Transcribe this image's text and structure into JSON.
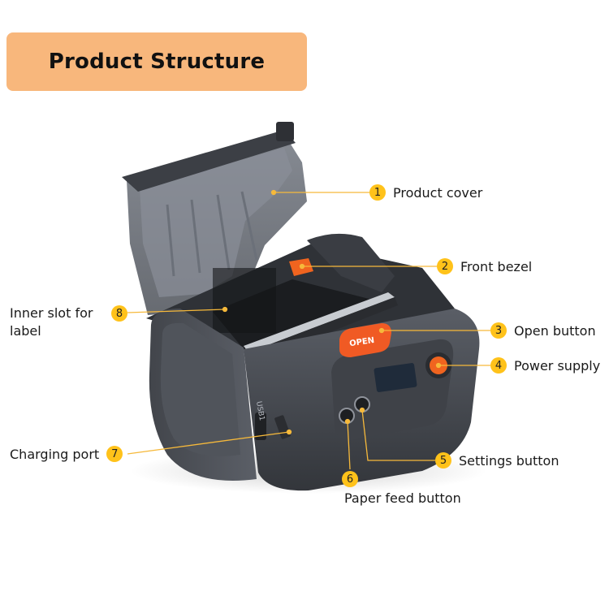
{
  "banner": {
    "title": "Product Structure"
  },
  "callouts": [
    {
      "number": "1",
      "label": "Product cover"
    },
    {
      "number": "2",
      "label": "Front bezel"
    },
    {
      "number": "3",
      "label": "Open button"
    },
    {
      "number": "4",
      "label": "Power supply"
    },
    {
      "number": "5",
      "label": "Settings button"
    },
    {
      "number": "6",
      "label": "Paper feed button"
    },
    {
      "number": "7",
      "label": "Charging port"
    },
    {
      "number": "8",
      "label": "Inner slot for label"
    }
  ],
  "device": {
    "port_label": "USB1",
    "open_button_text": "OPEN"
  },
  "colors": {
    "banner": "#f8b77c",
    "badge": "#ffc21a",
    "printer_body": "#4a4d53",
    "accent_orange": "#f05a24"
  }
}
